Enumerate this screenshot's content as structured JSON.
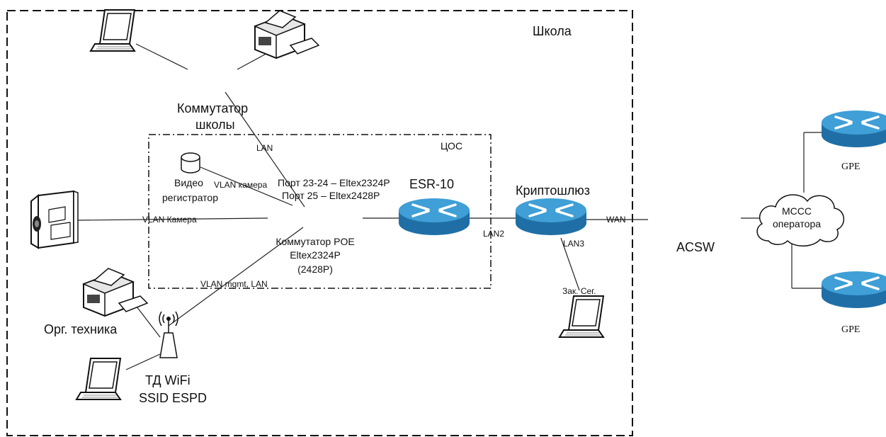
{
  "zones": {
    "school": "Школа",
    "cos": "ЦОС"
  },
  "switch_school": {
    "line1": "Коммутатор",
    "line2": "школы"
  },
  "links": {
    "lan": "LAN",
    "vlan_camera_lower": "VLAN камера",
    "vlan_camera_upper": "VLAN Камера",
    "vlan_mgmt_lan": "VLAN mgmt, LAN",
    "lan2": "LAN2",
    "lan3": "LAN3",
    "wan": "WAN"
  },
  "ports": {
    "line1": "Порт 23-24 – Eltex2324P",
    "line2": "Порт 25 – Eltex2428P"
  },
  "video_recorder": {
    "line1": "Видео",
    "line2": "регистратор"
  },
  "poe_switch": {
    "line1": "Коммутатор POE",
    "line2": "Eltex2324P",
    "line3": "(2428P)"
  },
  "routers": {
    "esr": "ESR-10",
    "crypto": "Криптошлюз",
    "gpe_top": "GPE",
    "gpe_bottom": "GPE"
  },
  "devices": {
    "office_equipment": "Орг. техника",
    "wifi_line1": "ТД WiFi",
    "wifi_line2": "SSID ESPD",
    "closed_segment": "Зак. Сег."
  },
  "acsw": "ACSW",
  "cloud": {
    "line1": "МССС",
    "line2": "оператора"
  },
  "colors": {
    "router_top": "#3f9fd6",
    "router_side": "#1f6fa6",
    "line": "#222222"
  }
}
